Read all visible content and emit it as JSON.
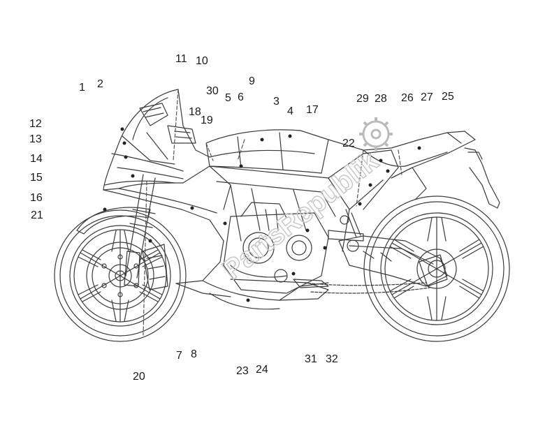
{
  "diagram": {
    "subject": "motorcycle-side-view",
    "line_color": "#3a3a3a",
    "watermark": {
      "text": "PartsRepublik",
      "icon": "gear-icon",
      "color": "#c8c8c8"
    },
    "callouts": {
      "c1": "1",
      "c2": "2",
      "c3": "3",
      "c4": "4",
      "c5": "5",
      "c6": "6",
      "c7": "7",
      "c8": "8",
      "c9": "9",
      "c10": "10",
      "c11": "11",
      "c12": "12",
      "c13": "13",
      "c14": "14",
      "c15": "15",
      "c16": "16",
      "c17": "17",
      "c18": "18",
      "c19": "19",
      "c20": "20",
      "c21": "21",
      "c22": "22",
      "c23": "23",
      "c24": "24",
      "c25": "25",
      "c26": "26",
      "c27": "27",
      "c28": "28",
      "c29": "29",
      "c30": "30",
      "c31": "31",
      "c32": "32"
    }
  }
}
